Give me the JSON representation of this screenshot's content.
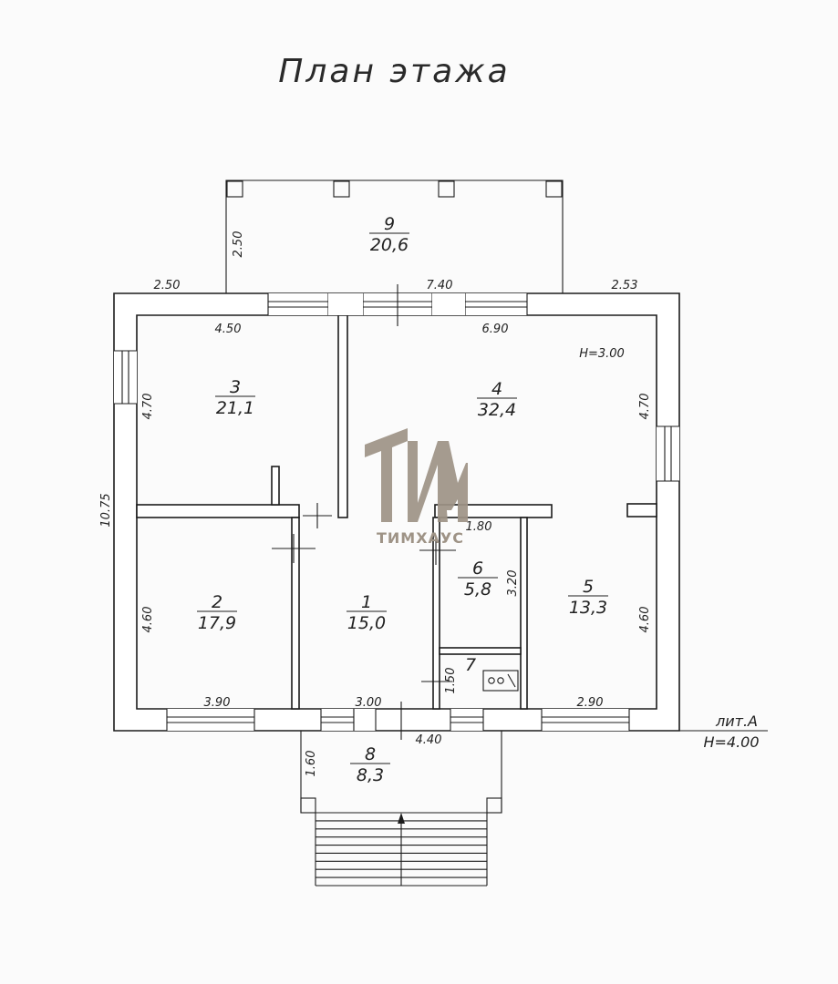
{
  "title": "План этажа",
  "watermark": {
    "logo_letters": "ТИМ",
    "caption": "ТИМХАУС",
    "color": "#9e9386"
  },
  "rooms": [
    {
      "num": "1",
      "area": "15,0"
    },
    {
      "num": "2",
      "area": "17,9"
    },
    {
      "num": "3",
      "area": "21,1"
    },
    {
      "num": "4",
      "area": "32,4"
    },
    {
      "num": "5",
      "area": "13,3"
    },
    {
      "num": "6",
      "area": "5,8"
    },
    {
      "num": "7",
      "area": ""
    },
    {
      "num": "8",
      "area": "8,3"
    },
    {
      "num": "9",
      "area": "20,6"
    }
  ],
  "dims": {
    "terrace_depth": "2.50",
    "top_left": "2.50",
    "top_mid": "7.40",
    "top_right": "2.53",
    "room3_width": "4.50",
    "room4_width": "6.90",
    "ceiling_height": "H=3.00",
    "room3_depth": "4.70",
    "room4_depth": "4.70",
    "overall_depth": "10.75",
    "room6_width": "1.80",
    "room6_depth": "3.20",
    "room2_depth": "4.60",
    "room5_depth": "4.60",
    "room7_depth": "1.50",
    "room2_width": "3.90",
    "room1_width": "3.00",
    "room5_width": "2.90",
    "porch_width": "4.40",
    "porch_depth": "1.60",
    "lit": "лит.А",
    "height_total": "H=4.00"
  }
}
